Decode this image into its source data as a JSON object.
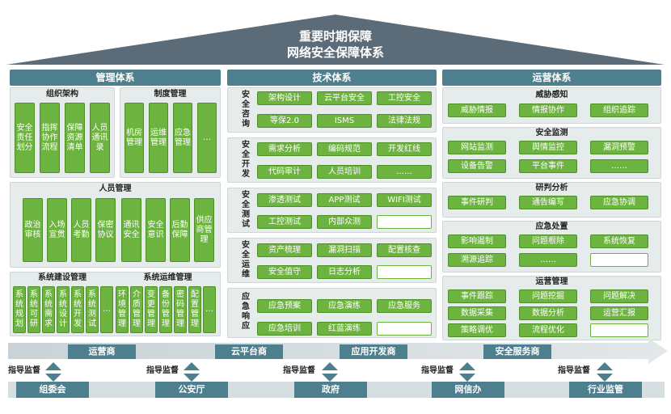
{
  "roof": {
    "line1": "重要时期保障",
    "line2": "网络安全保障体系"
  },
  "management": {
    "header": "管理体系",
    "org": {
      "title": "组织架构",
      "items": [
        "安全责任划分",
        "指挥协作流程",
        "保障资源清单",
        "人员通讯录"
      ]
    },
    "policy": {
      "title": "制度管理",
      "items": [
        "机房管理",
        "运维管理",
        "应急管理",
        "…"
      ]
    },
    "personnel": {
      "title": "人员管理",
      "items": [
        "政治审核",
        "入场宣贯",
        "人员考勤",
        "保密协议",
        "通讯安全",
        "安全意识",
        "后勤保障",
        "供应商管理"
      ]
    },
    "build": {
      "title": "系统建设管理",
      "items": [
        "系统规划",
        "系统可研",
        "系统需求",
        "系统设计",
        "系统开发",
        "系统测试",
        "…"
      ]
    },
    "ops": {
      "title": "系统运维管理",
      "items": [
        "环境管理",
        "介质管理",
        "变更管理",
        "备份管理",
        "密码管理",
        "配置管理",
        "…"
      ]
    }
  },
  "technology": {
    "header": "技术体系",
    "rows": [
      {
        "label": "安全咨询",
        "items": [
          "架构设计",
          "云平台安全",
          "工控安全",
          "等保2.0",
          "ISMS",
          "法律法规"
        ]
      },
      {
        "label": "安全开发",
        "items": [
          "需求分析",
          "编码规范",
          "开发红线",
          "代码审计",
          "人员培训",
          "……"
        ]
      },
      {
        "label": "安全测试",
        "items": [
          "渗透测试",
          "APP测试",
          "WIFI测试",
          "工控测试",
          "内部众测",
          ""
        ]
      },
      {
        "label": "安全运维",
        "items": [
          "资产梳理",
          "漏洞扫描",
          "配置核查",
          "安全值守",
          "日志分析",
          ""
        ]
      },
      {
        "label": "应急响应",
        "items": [
          "应急预案",
          "应急演练",
          "应急服务",
          "应急培训",
          "红蓝演练",
          ""
        ]
      }
    ]
  },
  "operations": {
    "header": "运营体系",
    "groups": [
      {
        "title": "威胁感知",
        "items": [
          "威胁情报",
          "情报协作",
          "组织追踪"
        ]
      },
      {
        "title": "安全监测",
        "items": [
          "网站监测",
          "舆情监控",
          "漏洞预警",
          "设备告警",
          "平台事件",
          "……"
        ]
      },
      {
        "title": "研判分析",
        "items": [
          "事件研判",
          "通告编写",
          "应急协调"
        ]
      },
      {
        "title": "应急处置",
        "items": [
          "影响遏制",
          "问题根除",
          "系统恢复",
          "溯源追踪",
          "……",
          ""
        ]
      },
      {
        "title": "运营管理",
        "items": [
          "事件跟踪",
          "问题挖掘",
          "问题解决",
          "数据采集",
          "数据分析",
          "运营汇报",
          "策略调优",
          "流程优化",
          ""
        ]
      }
    ]
  },
  "stakeholders": [
    "运营商",
    "云平台商",
    "应用开发商",
    "安全服务商"
  ],
  "supervision_label": "指导监督",
  "government": [
    "组委会",
    "公安厅",
    "政府",
    "网信办",
    "行业监管"
  ],
  "colors": {
    "header": "#4e7f8e",
    "green": "#6db33f",
    "panel": "#e6ebec",
    "roof": "#5b6b78"
  }
}
